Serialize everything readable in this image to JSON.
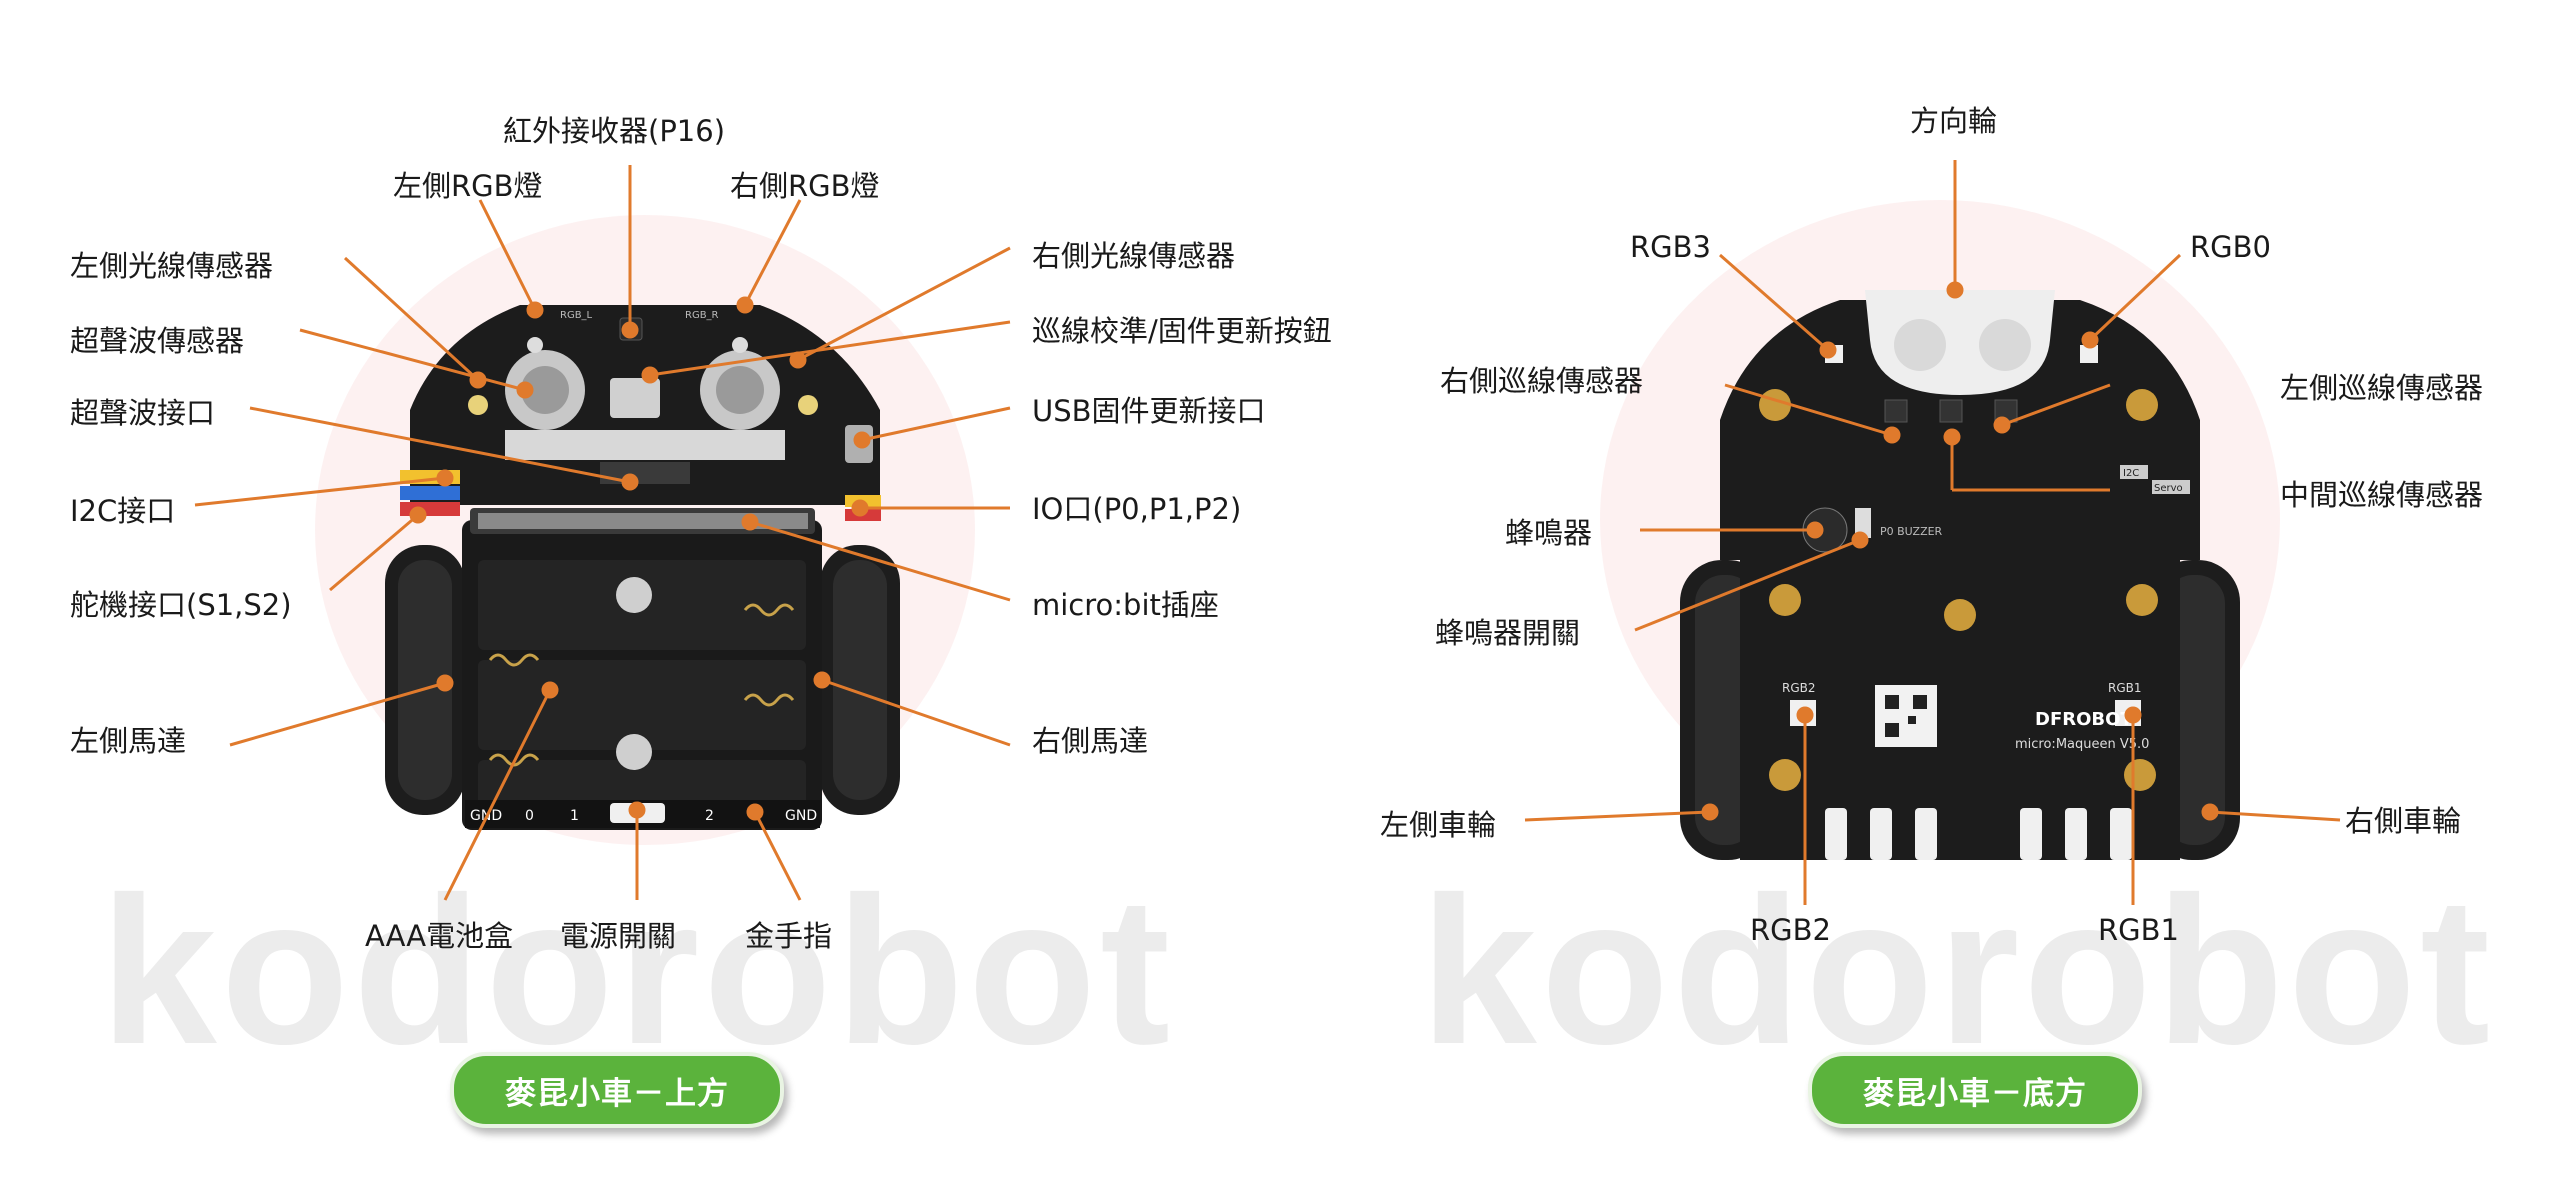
{
  "watermark": "kodorobot",
  "colors": {
    "leader": "#e07a2c",
    "caption_bg": "#5bb33c",
    "pcb": "#1c1c1c"
  },
  "top_view": {
    "caption": "麥昆小車－上方",
    "labels": {
      "ir_receiver": "紅外接收器(P16)",
      "left_rgb": "左側RGB燈",
      "right_rgb": "右側RGB燈",
      "left_light_sensor": "左側光線傳感器",
      "right_light_sensor": "右側光線傳感器",
      "ultrasonic_sensor": "超聲波傳感器",
      "calibration_button": "巡線校準/固件更新按鈕",
      "ultrasonic_port": "超聲波接口",
      "usb_port": "USB固件更新接口",
      "i2c_port": "I2C接口",
      "io_port": "IO口(P0,P1,P2)",
      "servo_port": "舵機接口(S1,S2)",
      "microbit_slot": "micro:bit插座",
      "left_motor": "左側馬達",
      "right_motor": "右側馬達",
      "battery_box": "AAA電池盒",
      "power_switch": "電源開關",
      "gold_finger": "金手指"
    },
    "board_marks": {
      "rgb_l": "RGB_L",
      "rgb_r": "RGB_R",
      "pins": [
        "GND",
        "0",
        "1",
        "2",
        "GND"
      ]
    }
  },
  "bottom_view": {
    "caption": "麥昆小車－底方",
    "labels": {
      "caster": "方向輪",
      "rgb3": "RGB3",
      "rgb0": "RGB0",
      "right_line_sensor": "右側巡線傳感器",
      "left_line_sensor": "左側巡線傳感器",
      "middle_line_sensor": "中間巡線傳感器",
      "buzzer": "蜂鳴器",
      "buzzer_switch": "蜂鳴器開關",
      "left_wheel": "左側車輪",
      "right_wheel": "右側車輪",
      "rgb2": "RGB2",
      "rgb1": "RGB1"
    },
    "board_marks": {
      "brand": "DFROBOT",
      "model": "micro:Maqueen V5.0",
      "i2c": "I2C",
      "servo": "Servo",
      "buzzer_silk": "P0 BUZZER",
      "rgb2_silk": "RGB2",
      "rgb1_silk": "RGB1"
    }
  }
}
